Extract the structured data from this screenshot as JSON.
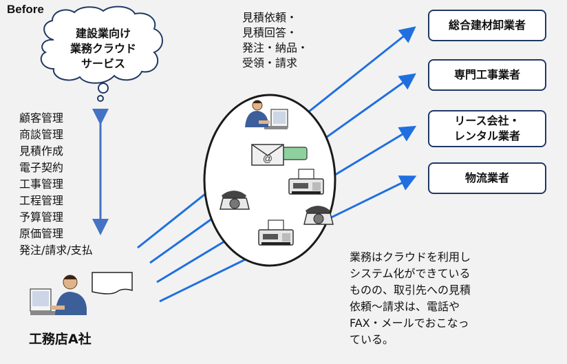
{
  "title": "Before",
  "cloud_service": {
    "lines": [
      "建設業向け",
      "業務クラウド",
      "サービス"
    ]
  },
  "functions": [
    "顧客管理",
    "商談管理",
    "見積作成",
    "電子契約",
    "工事管理",
    "工程管理",
    "予算管理",
    "原価管理",
    "発注/請求/支払"
  ],
  "communication_types": [
    "見積依頼・",
    "見積回答・",
    "発注・納品・",
    "受領・請求"
  ],
  "partners": [
    {
      "lines": [
        "総合建材卸業者"
      ]
    },
    {
      "lines": [
        "専門工事業者"
      ]
    },
    {
      "lines": [
        "リース会社・",
        "レンタル業者"
      ]
    },
    {
      "lines": [
        "物流業者"
      ]
    }
  ],
  "note_lines": [
    "業務はクラウドを利用し",
    "システム化ができている",
    "ものの、取引先への見積",
    "依頼～請求は、電話や",
    "FAX・メールでおこなっ",
    "ている。"
  ],
  "company_name": "工務店A社",
  "colors": {
    "arrow_blue": "#1f6fe0",
    "cloud_arrow": "#4472c4",
    "box_border": "#1f3864",
    "ellipse_border": "#1a1a1a",
    "background": "#f2f2f2"
  },
  "icons": [
    "person-at-computer-icon",
    "email-icon",
    "fax-machine-icon",
    "telephone-icon",
    "document-icon",
    "thought-cloud-icon"
  ]
}
